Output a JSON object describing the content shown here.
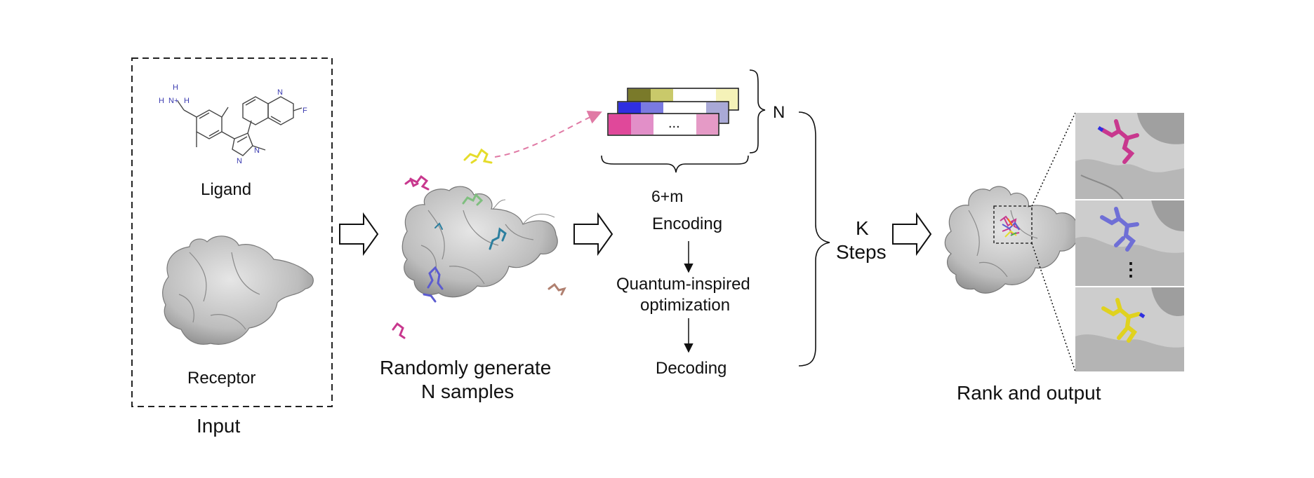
{
  "input": {
    "ligand_label": "Ligand",
    "receptor_label": "Receptor",
    "caption": "Input"
  },
  "sampling": {
    "caption_line1": "Randomly generate",
    "caption_line2": "N samples"
  },
  "encoding": {
    "n_label": "N",
    "dim_label": "6+m",
    "ellipsis": "...",
    "step_encoding": "Encoding",
    "step_optimization_line1": "Quantum-inspired",
    "step_optimization_line2": "optimization",
    "step_decoding": "Decoding"
  },
  "loop": {
    "k_label": "K",
    "steps_label": "Steps"
  },
  "output": {
    "caption": "Rank and output",
    "vertical_ellipsis": "⋮"
  },
  "molecule_labels": {
    "h_top": "H",
    "h_left": "H",
    "n_plus": "N+",
    "h_right": "H",
    "n_quin": "N",
    "f_atom": "F",
    "n_imid1": "N",
    "n_imid2": "N"
  },
  "colors": {
    "strip_back": [
      "#7a7a2a",
      "#c9c96a",
      "#ffffff",
      "#f5f2b8"
    ],
    "strip_mid": [
      "#2f2fe0",
      "#7a7ae0",
      "#ffffff",
      "#a9a9d6"
    ],
    "strip_front": [
      "#e0489a",
      "#e28fc8",
      "#ffffff",
      "#e59ac6"
    ],
    "arrow_dashed": "#e07aa5",
    "protein": "#bdbdbd",
    "ligand_magenta": "#c8388e",
    "ligand_blue": "#5b5bd0",
    "ligand_yellow": "#e5dc2a",
    "ligand_green": "#7fbf7f",
    "ligand_cyan": "#2c7f9f",
    "ligand_brown": "#b08070"
  }
}
